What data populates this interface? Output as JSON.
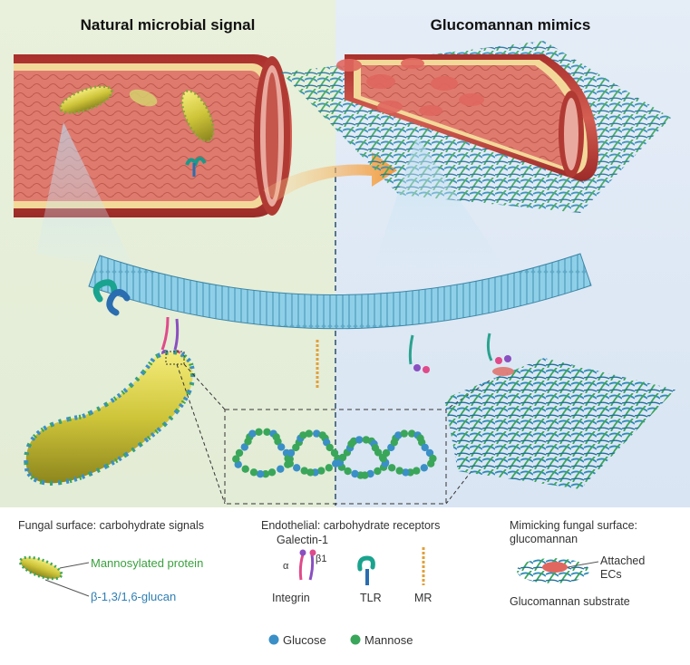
{
  "panels": {
    "left_title": "Natural microbial signal",
    "right_title": "Glucomannan mimics"
  },
  "legend": {
    "fungal": {
      "heading": "Fungal surface: carbohydrate signals",
      "mannosylated": "Mannosylated protein",
      "glucan": "β-1,3/1,6-glucan"
    },
    "endothelial": {
      "heading": "Endothelial: carbohydrate receptors",
      "galectin": "Galectin-1",
      "alpha": "α",
      "beta": "β1",
      "integrin": "Integrin",
      "tlr": "TLR",
      "mr": "MR"
    },
    "mimic": {
      "heading_line1": "Mimicking fungal surface:",
      "heading_line2": "glucomannan",
      "attached_line1": "Attached",
      "attached_line2": "ECs",
      "substrate": "Glucomannan substrate"
    },
    "sugars": {
      "glucose": "Glucose",
      "mannose": "Mannose"
    }
  },
  "colors": {
    "left_bg": "#e6efd9",
    "right_bg": "#dde8f5",
    "vessel_red": "#c4514a",
    "vessel_pink": "#e58c82",
    "glucose_blue": "#3a8fc7",
    "mannose_green": "#3aa65a",
    "membrane_blue": "#7ec3dd",
    "fungus_yellow": "#c8c236",
    "arrow_orange": "#f39a3a",
    "mannosylated_text": "#3aa13e",
    "glucan_text": "#2e7fb4"
  },
  "icons": [
    "fungus-icon",
    "tlr-receptor-icon",
    "integrin-icon",
    "mr-receptor-icon",
    "glucose-dot-icon",
    "mannose-dot-icon"
  ]
}
